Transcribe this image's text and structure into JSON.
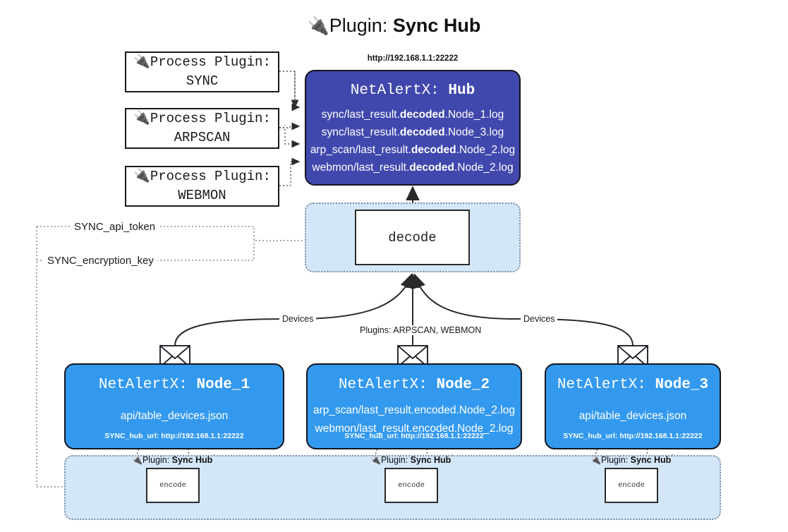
{
  "title": {
    "icon": "plug-icon",
    "prefix": "Plugin:",
    "name": "Sync Hub"
  },
  "process_plugins": [
    {
      "icon": "plug-icon",
      "line1": "Process Plugin:",
      "line2": "SYNC"
    },
    {
      "icon": "plug-icon",
      "line1": "Process Plugin:",
      "line2": "ARPSCAN"
    },
    {
      "icon": "plug-icon",
      "line1": "Process Plugin:",
      "line2": "WEBMON"
    }
  ],
  "hub": {
    "url": "http://192.168.1.1:22222",
    "title_prefix": "NetAlertX:",
    "title_name": "Hub",
    "lines": [
      {
        "pre": "sync/last_result.",
        "em": "decoded",
        "post": ".Node_1.log"
      },
      {
        "pre": "sync/last_result.",
        "em": "decoded",
        "post": ".Node_3.log"
      },
      {
        "pre": "arp_scan/last_result.",
        "em": "decoded",
        "post": ".Node_2.log"
      },
      {
        "pre": "webmon/last_result.",
        "em": "decoded",
        "post": ".Node_2.log"
      }
    ]
  },
  "decode": {
    "label": "decode"
  },
  "secrets": [
    {
      "label": "SYNC_api_token"
    },
    {
      "label": "SYNC_encryption_key"
    }
  ],
  "edge_labels": {
    "left_devices": "Devices",
    "right_devices": "Devices",
    "center_plugins": "Plugins: ARPSCAN, WEBMON"
  },
  "nodes": [
    {
      "title_prefix": "NetAlertX:",
      "title_name": "Node_1",
      "lines": [
        "api/table_devices.json"
      ],
      "url_label": "SYNC_hub_url:",
      "url_value": "http://192.168.1.1:22222",
      "envelope_icon": "envelope-icon"
    },
    {
      "title_prefix": "NetAlertX:",
      "title_name": "Node_2",
      "lines": [
        "arp_scan/last_result.encoded.Node_2.log",
        "webmon/last_result.encoded.Node_2.log"
      ],
      "url_label": "SYNC_hub_url:",
      "url_value": "http://192.168.1.1:22222",
      "envelope_icon": "envelope-icon"
    },
    {
      "title_prefix": "NetAlertX:",
      "title_name": "Node_3",
      "lines": [
        "api/table_devices.json"
      ],
      "url_label": "SYNC_hub_url:",
      "url_value": "http://192.168.1.1:22222",
      "envelope_icon": "envelope-icon"
    }
  ],
  "encoders": [
    {
      "caption_prefix": "Plugin:",
      "caption_name": "Sync Hub",
      "box_label": "encode",
      "icon": "plug-icon"
    },
    {
      "caption_prefix": "Plugin:",
      "caption_name": "Sync Hub",
      "box_label": "encode",
      "icon": "plug-icon"
    },
    {
      "caption_prefix": "Plugin:",
      "caption_name": "Sync Hub",
      "box_label": "encode",
      "icon": "plug-icon"
    }
  ],
  "colors": {
    "hub_fill": "#4148ad",
    "node_fill": "#3399ee",
    "container_fill": "#d4e7f9",
    "stroke": "#14141e",
    "dotted_stroke": "#7d8fa0"
  }
}
